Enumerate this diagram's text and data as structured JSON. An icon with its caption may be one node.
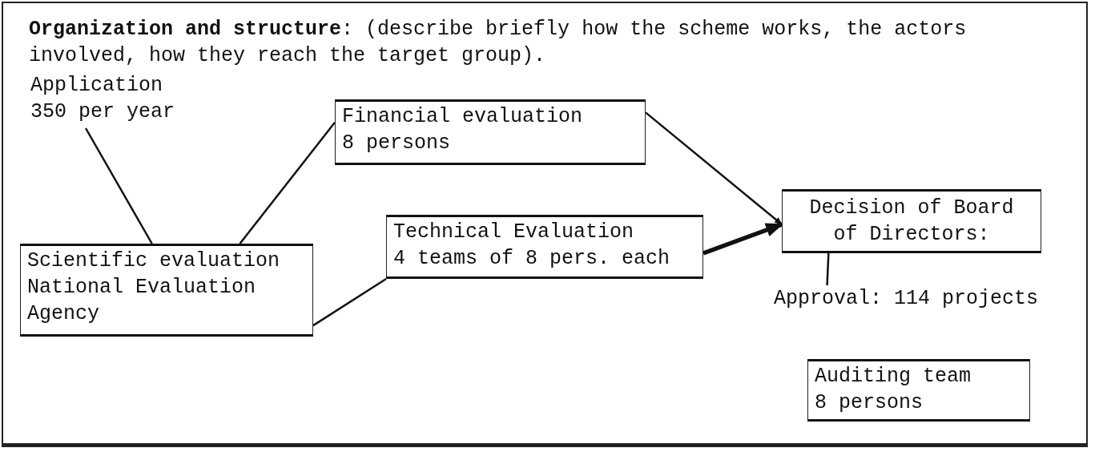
{
  "diagram": {
    "title": "**Organization and structure**:  (describe briefly how the scheme works, the actors involved, how they reach the target group).",
    "nodes": [
      {
        "text": [
          "Application",
          "350 per year"
        ]
      },
      {
        "text": [
          "Financial evaluation",
          "8 persons"
        ]
      },
      {
        "text": [
          "Scientific evaluation",
          "National Evaluation Agency"
        ]
      },
      {
        "text": [
          "Technical Evaluation",
          "4 teams of 8 pers. each"
        ]
      },
      {
        "text": [
          "Decision of Board of Directors:"
        ]
      },
      {
        "text": [
          "Approval: 114 projects"
        ]
      },
      {
        "text": [
          "Auditing team",
          "8 persons"
        ]
      }
    ],
    "edges": [
      {
        "from": 0,
        "to": 2,
        "arrow": "none"
      },
      {
        "from": 2,
        "to": 1,
        "arrow": "none"
      },
      {
        "from": 2,
        "to": 3,
        "arrow": "none"
      },
      {
        "from": 1,
        "to": 4,
        "arrow": "to"
      },
      {
        "from": 3,
        "to": 4,
        "arrow": "to",
        "style": "thick"
      },
      {
        "from": 4,
        "to": 5,
        "arrow": "none"
      }
    ]
  }
}
